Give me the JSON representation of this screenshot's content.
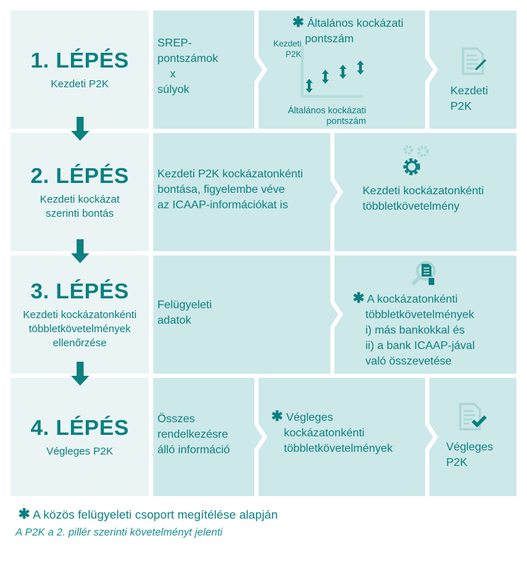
{
  "steps": [
    {
      "title": "1. LÉPÉS",
      "subtitle": "Kezdeti P2K"
    },
    {
      "title": "2. LÉPÉS",
      "subtitle": "Kezdeti kockázat szerinti bontás"
    },
    {
      "title": "3. LÉPÉS",
      "subtitle": "Kezdeti kockázatonkénti többletkövetelmények ellenőrzése"
    },
    {
      "title": "4. LÉPÉS",
      "subtitle": "Végleges P2K"
    }
  ],
  "row1": {
    "input": [
      "SREP-",
      "pontszámok",
      "x",
      "súlyok"
    ],
    "chart_title": [
      "Általános kockázati",
      "pontszám"
    ],
    "chart_ylabel": [
      "Kezdeti",
      "P2K"
    ],
    "chart_xlabel": [
      "Általános kockázati",
      "pontszám"
    ],
    "output": [
      "Kezdeti",
      "P2K"
    ]
  },
  "row2": {
    "input": [
      "Kezdeti P2K kockázatonkénti",
      "bontása, figyelembe véve",
      "az ICAAP-információkat is"
    ],
    "output": [
      "Kezdeti kockázatonkénti",
      "többletkövetelmény"
    ]
  },
  "row3": {
    "input": [
      "Felügyeleti",
      "adatok"
    ],
    "output": [
      "A kockázatonkénti",
      "többletkövetelmények",
      "i) más bankokkal és",
      "ii) a bank ICAAP-jával",
      "való összevetése"
    ]
  },
  "row4": {
    "input": [
      "Összes",
      "rendelkezésre",
      "álló információ"
    ],
    "middle": [
      "Végleges",
      "kockázatonkénti",
      "többletkövetelmények"
    ],
    "output": [
      "Végleges",
      "P2K"
    ]
  },
  "star": "✱",
  "footnote": "A közös felügyeleti csoport megítélése alapján",
  "note": "A P2K a 2. pillér szerinti követelményt jelenti"
}
